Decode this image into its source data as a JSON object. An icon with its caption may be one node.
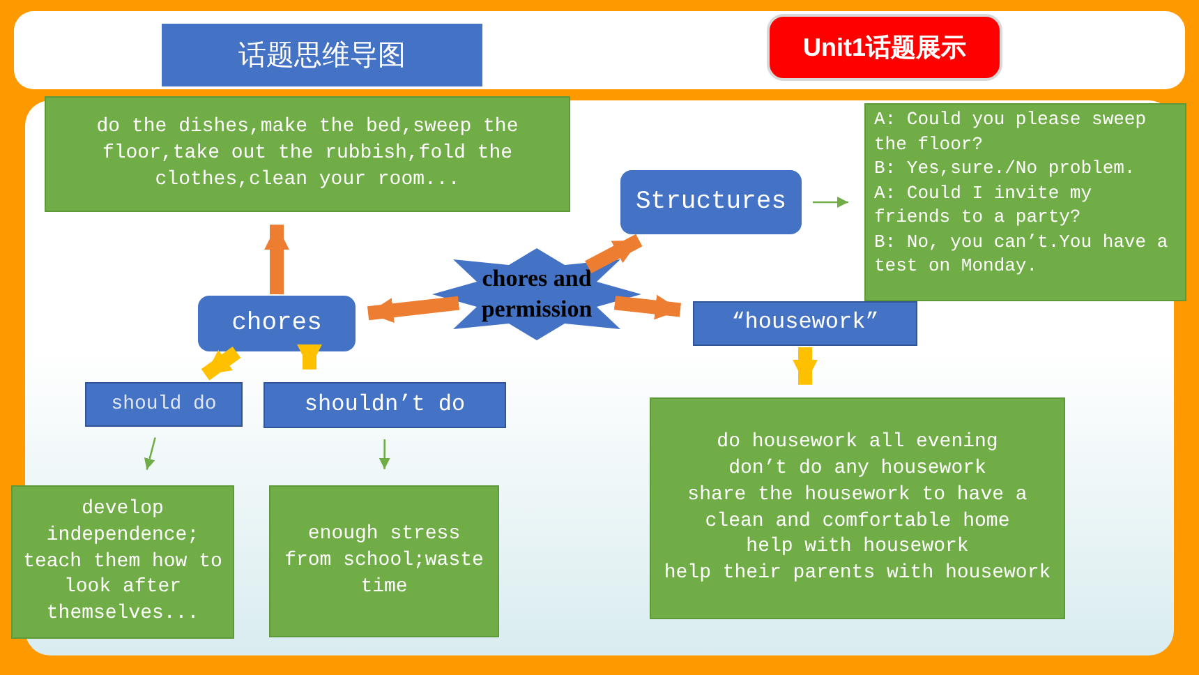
{
  "diagram": {
    "nodes": [
      {
        "text": [
          "话题思维导图"
        ]
      },
      {
        "text": [
          "Unit1话题展示"
        ]
      },
      {
        "text": [
          "do the dishes,make the bed,sweep the floor,take out the rubbish,fold the clothes,clean your room..."
        ]
      },
      {
        "text": [
          "Structures"
        ]
      },
      {
        "text": [
          "A: Could you please sweep the floor?",
          "B: Yes,sure./No problem.",
          "A: Could I invite my friends to a party?",
          "B: No, you can’t.You have a test on Monday."
        ]
      },
      {
        "text": [
          "chores and permission"
        ]
      },
      {
        "text": [
          "chores"
        ]
      },
      {
        "text": [
          "“housework”"
        ]
      },
      {
        "text": [
          "should do"
        ]
      },
      {
        "text": [
          "shouldn’t do"
        ]
      },
      {
        "text": [
          "do housework all evening",
          "don’t do any housework",
          "share the housework to have a clean and comfortable home",
          "help with housework",
          "help their parents with housework"
        ]
      },
      {
        "text": [
          "develop independence; teach them how to look after themselves..."
        ]
      },
      {
        "text": [
          "enough stress from school;waste time"
        ]
      }
    ],
    "edges": [
      {
        "from": 5,
        "to": 6,
        "arrow": "to"
      },
      {
        "from": 5,
        "to": 3,
        "arrow": "to"
      },
      {
        "from": 5,
        "to": 7,
        "arrow": "to"
      },
      {
        "from": 6,
        "to": 2,
        "arrow": "to"
      },
      {
        "from": 6,
        "to": 8,
        "arrow": "to",
        "color": "#ffc000"
      },
      {
        "from": 6,
        "to": 9,
        "arrow": "to",
        "color": "#ffc000"
      },
      {
        "from": 7,
        "to": 10,
        "arrow": "to",
        "color": "#ffc000"
      },
      {
        "from": 3,
        "to": 4,
        "arrow": "to",
        "color": "#70ad47"
      },
      {
        "from": 8,
        "to": 11,
        "arrow": "to",
        "color": "#70ad47"
      },
      {
        "from": 9,
        "to": 12,
        "arrow": "to",
        "color": "#70ad47"
      }
    ]
  }
}
